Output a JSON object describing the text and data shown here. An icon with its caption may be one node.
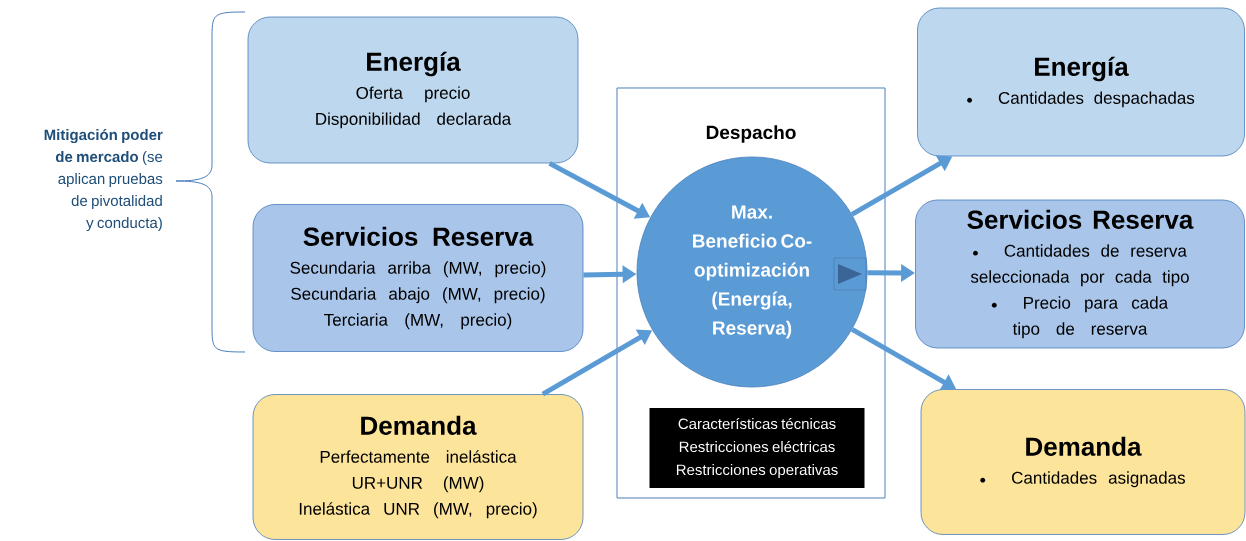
{
  "diagram": {
    "nodes": [
      {
        "text": [
          "Energía",
          "Oferta precio",
          "Disponibilidad declarada"
        ]
      },
      {
        "text": [
          "Servicios Reserva",
          "Secundaria arriba (MW, precio)",
          "Secundaria abajo (MW, precio)",
          "Terciaria (MW, precio)"
        ]
      },
      {
        "text": [
          "Demanda",
          "Perfectamente inelástica",
          "UR+UNR (MW)",
          "Inelástica UNR (MW, precio)"
        ]
      },
      {
        "text": [
          "Despacho"
        ]
      },
      {
        "text": [
          "Max. Beneficio Co-optimización (Energía, Reserva)"
        ],
        "in": 3
      },
      {
        "text": [
          "Características técnicas",
          "Restricciones eléctricas",
          "Restricciones operativas"
        ],
        "in": 3
      },
      {
        "text": [
          "Energía",
          "Cantidades despachadas"
        ]
      },
      {
        "text": [
          "Servicios Reserva",
          "Cantidades de reserva seleccionada por cada tipo",
          "Precio para cada tipo de reserva"
        ]
      },
      {
        "text": [
          "Demanda",
          "Cantidades asignadas"
        ]
      }
    ],
    "edges": [
      {
        "from": 0,
        "to": 4,
        "arrow": "to"
      },
      {
        "from": 1,
        "to": 4,
        "arrow": "to"
      },
      {
        "from": 2,
        "to": 4,
        "arrow": "to"
      },
      {
        "from": 4,
        "to": 6,
        "arrow": "to"
      },
      {
        "from": 4,
        "to": 7,
        "arrow": "to"
      },
      {
        "from": 4,
        "to": 8,
        "arrow": "to"
      }
    ],
    "labels": [
      "**Mitigación poder de mercado** (se aplican pruebas de pivotalidad y conducta)"
    ]
  }
}
